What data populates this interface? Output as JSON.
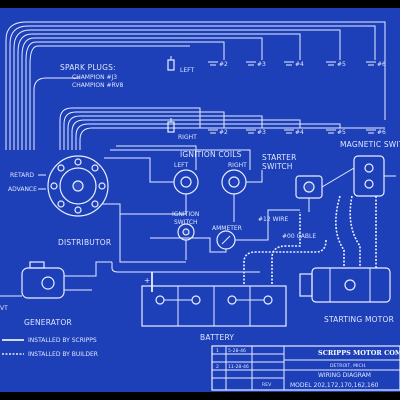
{
  "colors": {
    "background": "#1d3fb8",
    "line": "#e8eeff",
    "frame": "#000000"
  },
  "spark_plugs": {
    "title": "SPARK PLUGS:",
    "line1": "CHAMPION #J3",
    "line2": "CHAMPION #RV8",
    "left_label": "LEFT",
    "right_label": "RIGHT",
    "left_numbers": [
      "#2",
      "#3",
      "#4",
      "#5",
      "#6"
    ],
    "right_numbers": [
      "#2",
      "#3",
      "#4",
      "#5",
      "#6"
    ]
  },
  "labels": {
    "retard": "RETARD",
    "advance": "ADVANCE",
    "distributor": "DISTRIBUTOR",
    "ignition_coils": "IGNITION COILS",
    "coil_left": "LEFT",
    "coil_right": "RIGHT",
    "starter_switch_1": "STARTER",
    "starter_switch_2": "SWITCH",
    "magnetic_switch": "MAGNETIC SWITCH",
    "ignition_switch_1": "IGNITION",
    "ignition_switch_2": "SWITCH",
    "ammeter": "AMMETER",
    "wire_12": "#12 WIRE",
    "cable_00": "#00 CABLE",
    "generator": "GENERATOR",
    "gen_partial": "VT",
    "battery": "BATTERY",
    "plus": "+",
    "starting_motor": "STARTING MOTOR"
  },
  "legend": {
    "item1": "INSTALLED BY SCRIPPS",
    "item2": "INSTALLED BY BUILDER"
  },
  "title_block": {
    "company": "SCRIPPS MOTOR COM",
    "location": "DETROIT, MICH.",
    "drawing": "WIRING DIAGRAM",
    "model": "MODEL 202,172,170,162,160",
    "rev1_num": "1",
    "rev1_date": "5-28-46",
    "rev2_num": "2",
    "rev2_date": "11-28-46",
    "rev_mark": "REV"
  }
}
